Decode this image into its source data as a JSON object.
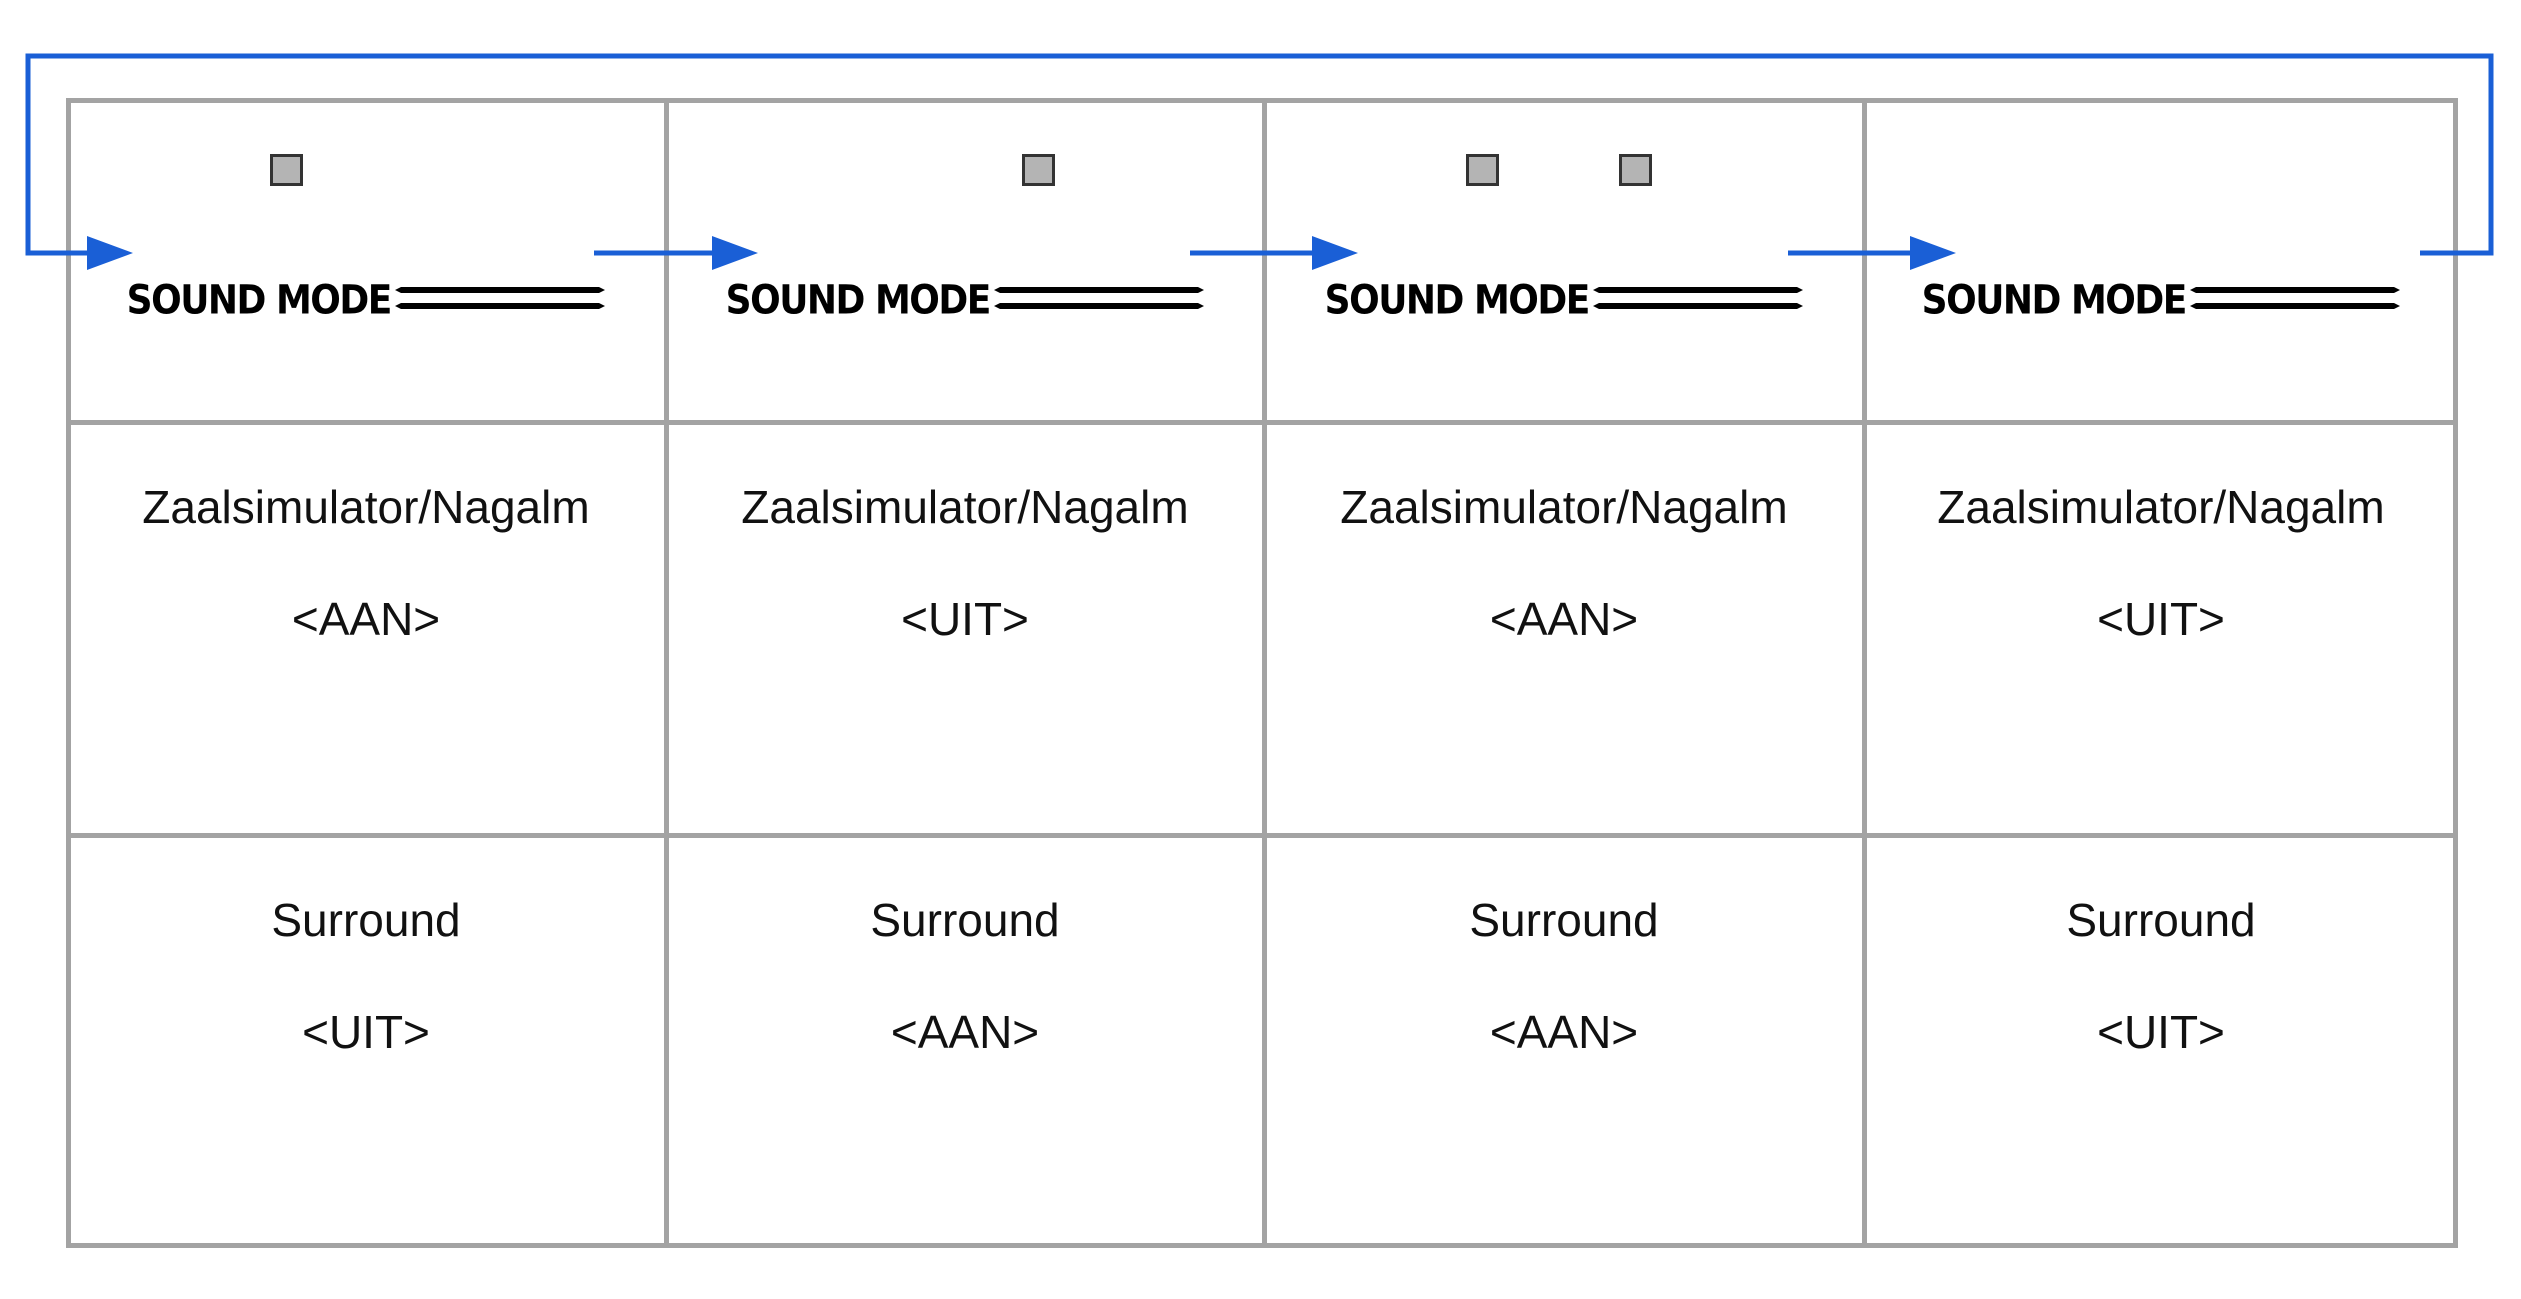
{
  "columns": [
    {
      "lights": 1,
      "button": "SOUND MODE",
      "rows": [
        {
          "name": "Zaalsimulator/Nagalm",
          "state": "<AAN>"
        },
        {
          "name": "Surround",
          "state": "<UIT>"
        }
      ]
    },
    {
      "lights": 1,
      "button": "SOUND MODE",
      "rows": [
        {
          "name": "Zaalsimulator/Nagalm",
          "state": "<UIT>"
        },
        {
          "name": "Surround",
          "state": "<AAN>"
        }
      ]
    },
    {
      "lights": 2,
      "button": "SOUND MODE",
      "rows": [
        {
          "name": "Zaalsimulator/Nagalm",
          "state": "<AAN>"
        },
        {
          "name": "Surround",
          "state": "<AAN>"
        }
      ]
    },
    {
      "lights": 0,
      "button": "SOUND MODE",
      "rows": [
        {
          "name": "Zaalsimulator/Nagalm",
          "state": "<UIT>"
        },
        {
          "name": "Surround",
          "state": "<UIT>"
        }
      ]
    }
  ],
  "colors": {
    "arrow": "#1a5fd6",
    "grid": "#a3a3a3",
    "indicator_fill": "#b4b4b4",
    "indicator_border": "#333333"
  },
  "icons": [
    "indicator-light",
    "sound-mode-button-icon",
    "cycle-arrow"
  ]
}
